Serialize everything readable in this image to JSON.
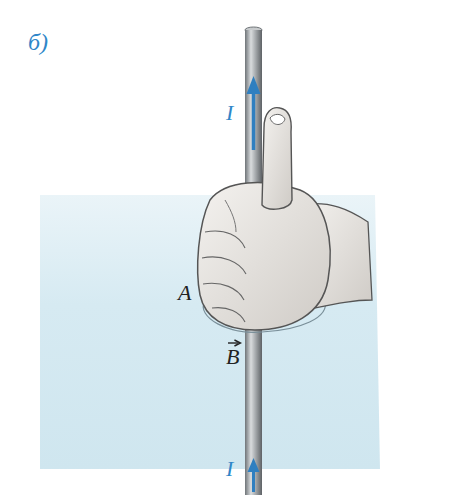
{
  "diagram": {
    "labels": [
      "б)",
      "I",
      "A",
      "B",
      "I"
    ]
  }
}
